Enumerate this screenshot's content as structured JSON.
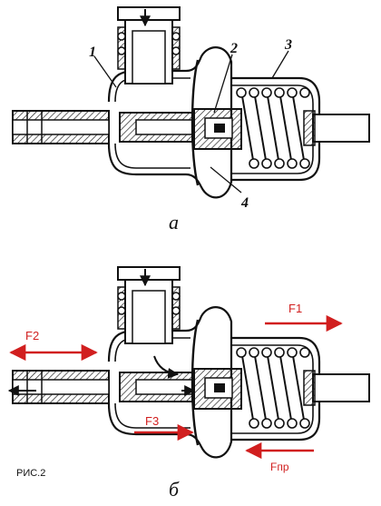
{
  "figure_label": "РИС.2",
  "diagram_a": {
    "caption": "а",
    "callouts": [
      "1",
      "2",
      "3",
      "4"
    ]
  },
  "diagram_b": {
    "caption": "б",
    "forces": {
      "f1": "F1",
      "f2": "F2",
      "f3": "F3",
      "fpr": "Fпр"
    }
  },
  "colors": {
    "force_arrow": "#d11f1f",
    "line": "#111111",
    "hatch": "#222222"
  }
}
